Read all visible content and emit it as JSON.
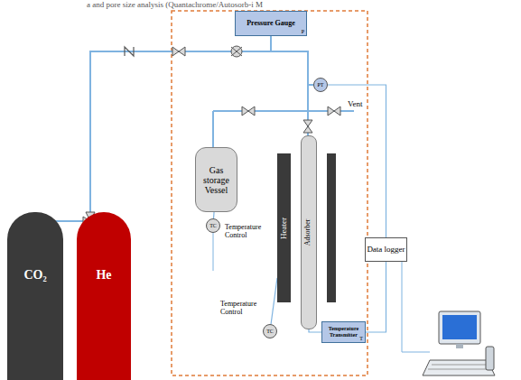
{
  "diagram": {
    "nodes": [
      {
        "text": [
          "Pressure Gauge",
          "P"
        ]
      },
      {
        "text": [
          "CO₂"
        ]
      },
      {
        "text": [
          "He"
        ]
      },
      {
        "text": [
          "PT"
        ]
      },
      {
        "text": [
          "Gas storage Vessel"
        ]
      },
      {
        "text": [
          "TC"
        ]
      },
      {
        "text": [
          "Heater"
        ]
      },
      {
        "text": [
          "Adsorber"
        ]
      },
      {
        "text": [
          "TC"
        ]
      },
      {
        "text": [
          "Temperature Transmitter",
          "T"
        ]
      },
      {
        "text": [
          "Data logger"
        ]
      }
    ],
    "edges": [
      {
        "from": 4,
        "to": 5,
        "arrow": "none"
      },
      {
        "from": 3,
        "to": 10,
        "arrow": "none"
      },
      {
        "from": 9,
        "to": 10,
        "arrow": "none"
      },
      {
        "from": 8,
        "to": 6,
        "arrow": "none"
      },
      {
        "from": 7,
        "to": 9,
        "arrow": "none"
      }
    ],
    "labels": [
      "a and pore size analysis (Quantachrome/Autosorb-i M",
      "Vent",
      "Temperature Control",
      "Temperature Control"
    ]
  }
}
